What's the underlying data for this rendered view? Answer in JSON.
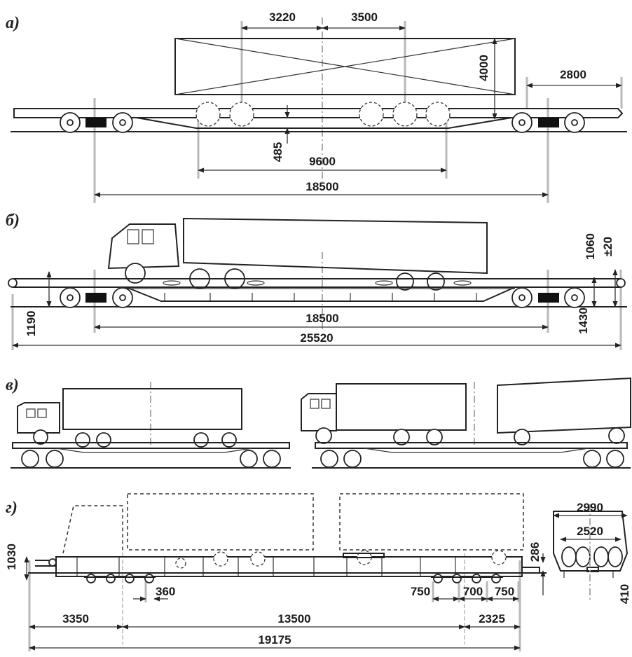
{
  "panels": {
    "a": {
      "label": "а)",
      "dims": {
        "d3220": "3220",
        "d3500": "3500",
        "d4000": "4000",
        "d2800": "2800",
        "d485": "485",
        "d9600": "9600",
        "d18500": "18500"
      }
    },
    "b": {
      "label": "б)",
      "dims": {
        "d1060": "1060",
        "d20": "±20",
        "d1190": "1190",
        "d18500": "18500",
        "d1430": "1430",
        "d25520": "25520"
      }
    },
    "v": {
      "label": "в)"
    },
    "g": {
      "label": "г)",
      "dims": {
        "d2990": "2990",
        "d2520": "2520",
        "d1030": "1030",
        "d286": "286",
        "d360": "360",
        "d750a": "750",
        "d700": "700",
        "d750b": "750",
        "d3350": "3350",
        "d13500": "13500",
        "d2325": "2325",
        "d19175": "19175",
        "d410": "410"
      }
    }
  }
}
